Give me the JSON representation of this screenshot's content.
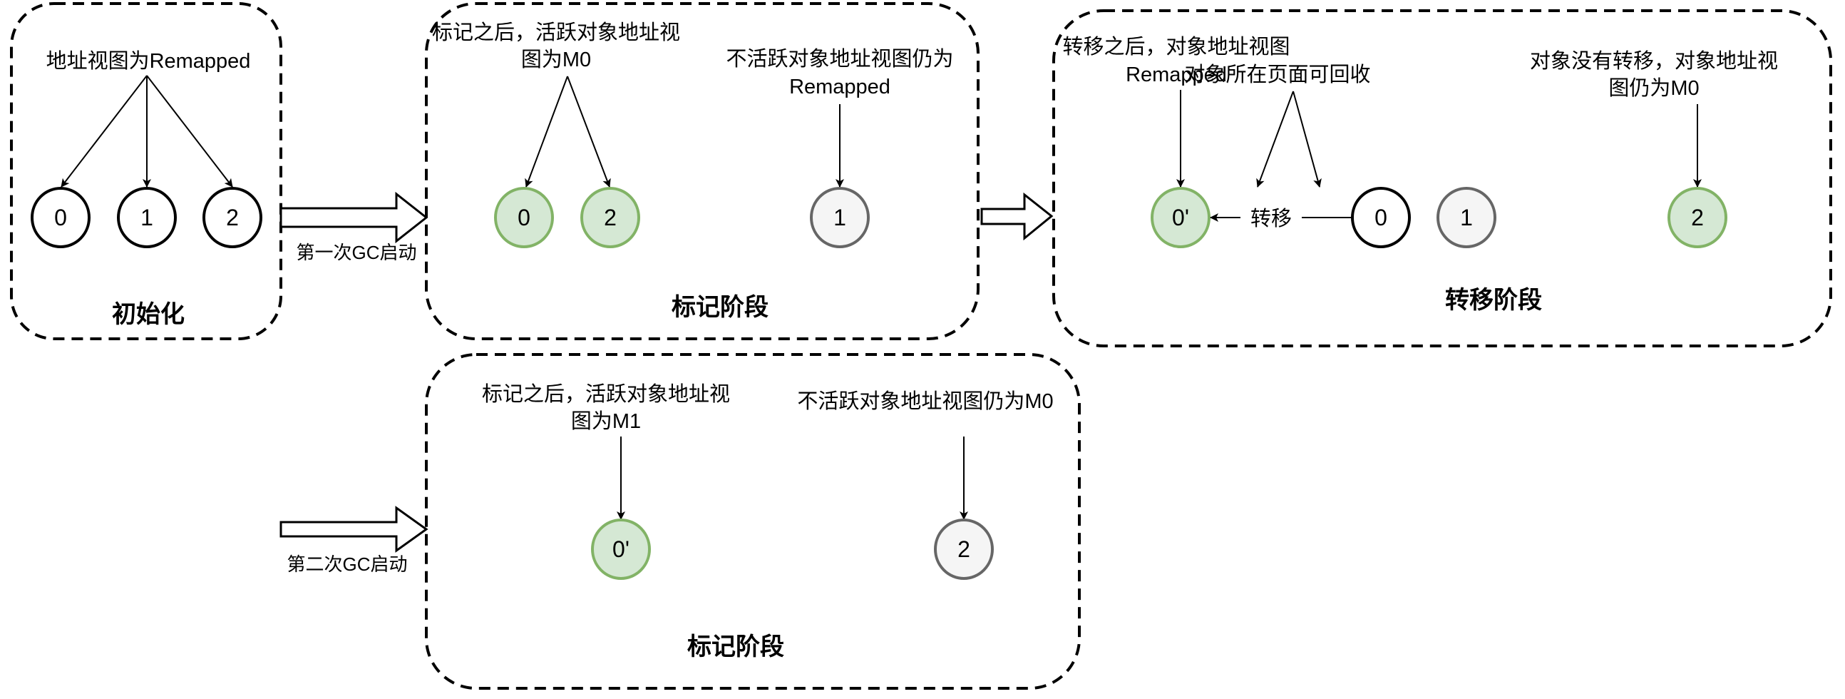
{
  "panels": {
    "init": {
      "title": "初始化",
      "note": "地址视图为Remapped",
      "nodes": [
        "0",
        "1",
        "2"
      ]
    },
    "mark1": {
      "title": "标记阶段",
      "note_live_line1": "标记之后，活跃对象地址视",
      "note_live_line2": "图为M0",
      "note_dead_line1": "不活跃对象地址视图仍为",
      "note_dead_line2": "Remapped",
      "live_nodes": [
        "0",
        "2"
      ],
      "dead_nodes": [
        "1"
      ]
    },
    "relocate": {
      "title": "转移阶段",
      "note_moved_line1": "转移之后，对象地址视图",
      "note_moved_line2": "Remapped",
      "note_page": "对象所在页面可回收",
      "note_unmoved_line1": "对象没有转移，对象地址视",
      "note_unmoved_line2": "图仍为M0",
      "moved_node": "0'",
      "source_node": "0",
      "dead_node": "1",
      "unmoved_node": "2",
      "edge_label": "转移"
    },
    "mark2": {
      "title": "标记阶段",
      "note_live_line1": "标记之后，活跃对象地址视",
      "note_live_line2": "图为M1",
      "note_dead": "不活跃对象地址视图仍为M0",
      "live_node": "0'",
      "dead_node": "2"
    }
  },
  "transitions": {
    "first_gc": "第一次GC启动",
    "second_gc": "第二次GC启动"
  },
  "colors": {
    "live_fill": "#d5e8d4",
    "live_stroke": "#82b366",
    "dead_fill": "#f5f5f5",
    "dead_stroke": "#666666",
    "default_stroke": "#000000"
  }
}
